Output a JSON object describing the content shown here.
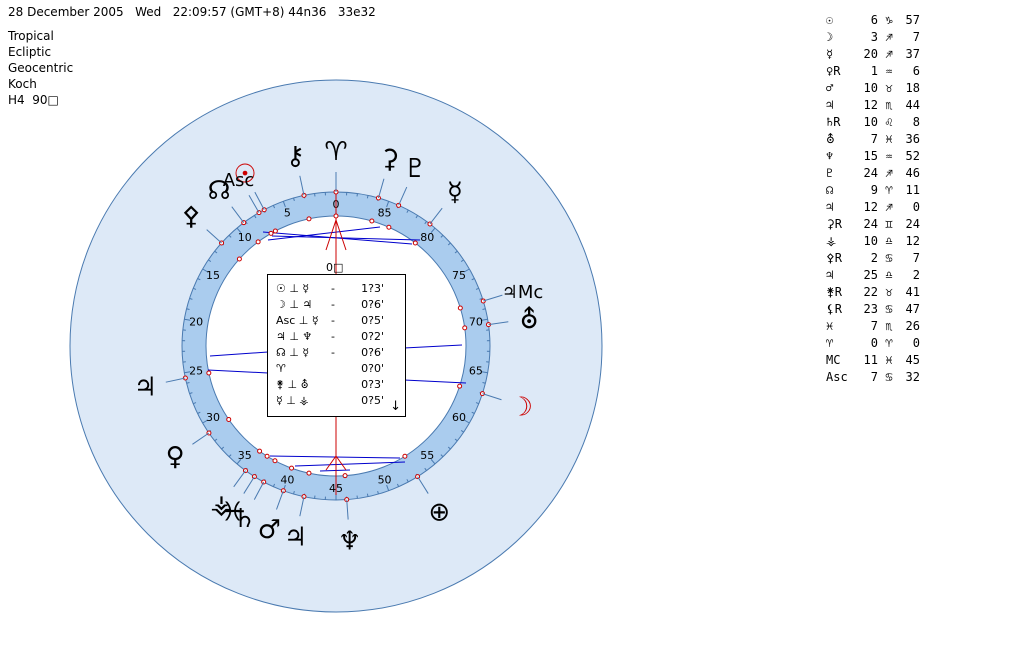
{
  "header": {
    "line": "28 December 2005   Wed   22:09:57 (GMT+8) 44n36   33e32"
  },
  "info": [
    "Tropical",
    "Ecliptic",
    "Geocentric",
    "Koch",
    "H4  90□"
  ],
  "wheel": {
    "outer_fill": "#dde9f7",
    "ring_fill": "#aaccee",
    "line_color": "#4a7ab0",
    "aspect_color": "#0000cc",
    "axis_color": "#cc0000",
    "center_label": "0□",
    "ticks": [
      {
        "label": "0",
        "deg": 0
      },
      {
        "label": "5",
        "deg": 5
      },
      {
        "label": "10",
        "deg": 10
      },
      {
        "label": "15",
        "deg": 15
      },
      {
        "label": "20",
        "deg": 20
      },
      {
        "label": "25",
        "deg": 25
      },
      {
        "label": "30",
        "deg": 30
      },
      {
        "label": "35",
        "deg": 35
      },
      {
        "label": "40",
        "deg": 40
      },
      {
        "label": "45",
        "deg": 45
      },
      {
        "label": "50",
        "deg": 50
      },
      {
        "label": "55",
        "deg": 55
      },
      {
        "label": "60",
        "deg": 60
      },
      {
        "label": "65",
        "deg": 65
      },
      {
        "label": "70",
        "deg": 70
      },
      {
        "label": "75",
        "deg": 75
      },
      {
        "label": "80",
        "deg": 80
      },
      {
        "label": "85",
        "deg": 85
      }
    ],
    "markers": [
      {
        "name": "mars-marker",
        "glyph": "♂",
        "deg": 40
      },
      {
        "name": "jupiter-marker",
        "glyph": "♃",
        "deg": 42
      },
      {
        "name": "saturn-marker",
        "glyph": "♄",
        "deg": 38
      },
      {
        "name": "sun-marker",
        "glyph": "☉",
        "deg": 6.95,
        "color": "#cc0000"
      },
      {
        "name": "moon-marker",
        "glyph": "☽",
        "deg": 63,
        "color": "#cc0000"
      },
      {
        "name": "mercury-marker",
        "glyph": "☿",
        "deg": 80.6
      },
      {
        "name": "venus-marker",
        "glyph": "♀",
        "deg": 31.1
      },
      {
        "name": "uranus-marker",
        "glyph": "⛢",
        "deg": 69.5
      },
      {
        "name": "neptune-marker",
        "glyph": "♆",
        "deg": 46
      },
      {
        "name": "pluto-marker",
        "glyph": "♇",
        "deg": 84
      },
      {
        "name": "node-marker",
        "glyph": "☊",
        "deg": 9.2
      },
      {
        "name": "asc-marker",
        "glyph": "Asc",
        "deg": 7.5
      },
      {
        "name": "aries-marker",
        "glyph": "♈",
        "deg": 0
      },
      {
        "name": "mc-marker",
        "glyph": "♃Mc",
        "deg": 71.75
      },
      {
        "name": "chiron-marker",
        "glyph": "⚷",
        "deg": 3
      },
      {
        "name": "ceres-marker",
        "glyph": "⚳",
        "deg": 86
      },
      {
        "name": "libra-point-marker",
        "glyph": "♃",
        "deg": 25.5
      },
      {
        "name": "vesta-marker",
        "glyph": "⚶",
        "deg": 36
      },
      {
        "name": "pallas-marker",
        "glyph": "⚴",
        "deg": 12
      },
      {
        "name": "earth-marker",
        "glyph": "⊕",
        "deg": 53
      },
      {
        "name": "pisces-marker",
        "glyph": "♓",
        "deg": 37
      }
    ]
  },
  "positions": [
    {
      "sym": "☉",
      "deg": "6",
      "sign": "♑",
      "min": "57"
    },
    {
      "sym": "☽",
      "deg": "3",
      "sign": "♐",
      "min": "7"
    },
    {
      "sym": "☿",
      "deg": "20",
      "sign": "♐",
      "min": "37"
    },
    {
      "sym": "♀R",
      "deg": "1",
      "sign": "♒",
      "min": "6"
    },
    {
      "sym": "♂",
      "deg": "10",
      "sign": "♉",
      "min": "18"
    },
    {
      "sym": "♃",
      "deg": "12",
      "sign": "♏",
      "min": "44"
    },
    {
      "sym": "♄R",
      "deg": "10",
      "sign": "♌",
      "min": "8"
    },
    {
      "sym": "⛢",
      "deg": "7",
      "sign": "♓",
      "min": "36"
    },
    {
      "sym": "♆",
      "deg": "15",
      "sign": "♒",
      "min": "52"
    },
    {
      "sym": "♇",
      "deg": "24",
      "sign": "♐",
      "min": "46"
    },
    {
      "sym": "☊",
      "deg": "9",
      "sign": "♈",
      "min": "11"
    },
    {
      "sym": "♃",
      "deg": "12",
      "sign": "♐",
      "min": "0"
    },
    {
      "sym": "⚳R",
      "deg": "24",
      "sign": "♊",
      "min": "24"
    },
    {
      "sym": "⚶",
      "deg": "10",
      "sign": "♎",
      "min": "12"
    },
    {
      "sym": "⚴R",
      "deg": "2",
      "sign": "♋",
      "min": "7"
    },
    {
      "sym": "♃",
      "deg": "25",
      "sign": "♎",
      "min": "2"
    },
    {
      "sym": "⚵R",
      "deg": "22",
      "sign": "♉",
      "min": "41"
    },
    {
      "sym": "⚸R",
      "deg": "23",
      "sign": "♋",
      "min": "47"
    },
    {
      "sym": "♓",
      "deg": "7",
      "sign": "♏",
      "min": "26"
    },
    {
      "sym": "♈",
      "deg": "0",
      "sign": "♈",
      "min": "0"
    },
    {
      "sym": "MC",
      "deg": "11",
      "sign": "♓",
      "min": "45"
    },
    {
      "sym": "Asc",
      "deg": "7",
      "sign": "♋",
      "min": "32"
    }
  ],
  "aspects": [
    {
      "a": "☉ ⊥ ☿",
      "op": "-",
      "v": "1?3'"
    },
    {
      "a": "☽ ⊥ ♃",
      "op": "-",
      "v": "0?6'"
    },
    {
      "a": "Asc ⊥ ☿",
      "op": "-",
      "v": "0?5'"
    },
    {
      "a": "♃ ⊥ ♆",
      "op": "-",
      "v": "0?2'"
    },
    {
      "a": "☊ ⊥ ☿",
      "op": "-",
      "v": "0?6'"
    },
    {
      "a": "♈",
      "op": "",
      "v": "0?0'"
    },
    {
      "a": "⚵ ⊥ ⛢",
      "op": "",
      "v": "0?3'"
    },
    {
      "a": "☿ ⊥ ⚶",
      "op": "",
      "v": "0?5'"
    }
  ],
  "aspect_arrow": "↓"
}
